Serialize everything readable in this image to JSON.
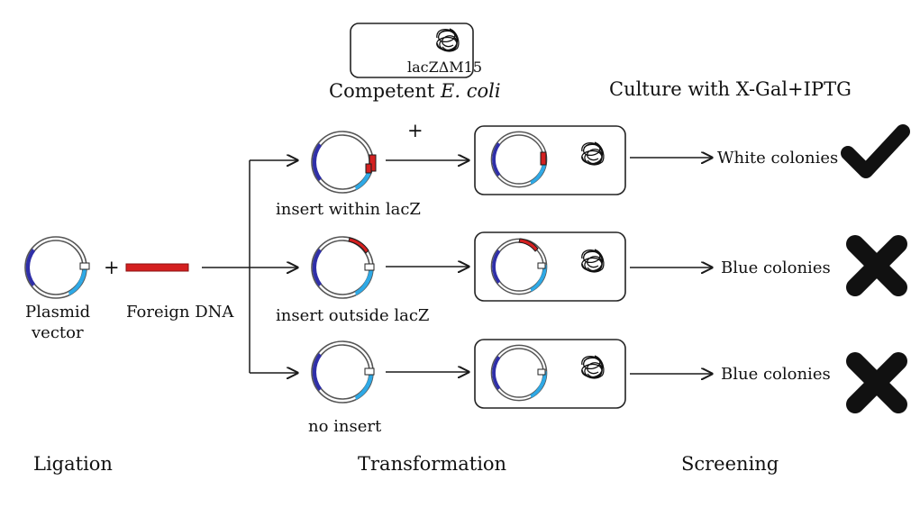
{
  "ecoli": {
    "genotype_prefix": "lacZ",
    "genotype_delta": "Δ",
    "genotype_suffix": "M15",
    "label_prefix": "Competent ",
    "label_italic": "E. coli"
  },
  "culture_label": "Culture with X-Gal+IPTG",
  "plus_sign": "+",
  "plasmid_label_line1": "Plasmid",
  "plasmid_label_line2": "vector",
  "foreign_dna_label": "Foreign DNA",
  "rows": [
    {
      "insert_label": "insert within lacZ",
      "result": "White colonies",
      "verdict": "check-mark-icon"
    },
    {
      "insert_label": "insert outside lacZ",
      "result": "Blue colonies",
      "verdict": "cross-mark-icon"
    },
    {
      "insert_label": "no insert",
      "result": "Blue colonies",
      "verdict": "cross-mark-icon"
    }
  ],
  "stages": {
    "ligation": "Ligation",
    "transformation": "Transformation",
    "screening": "Screening"
  },
  "colors": {
    "dark_blue": "#2f2fa8",
    "light_blue": "#2ea9e6",
    "red": "#d42020",
    "black": "#111111"
  }
}
